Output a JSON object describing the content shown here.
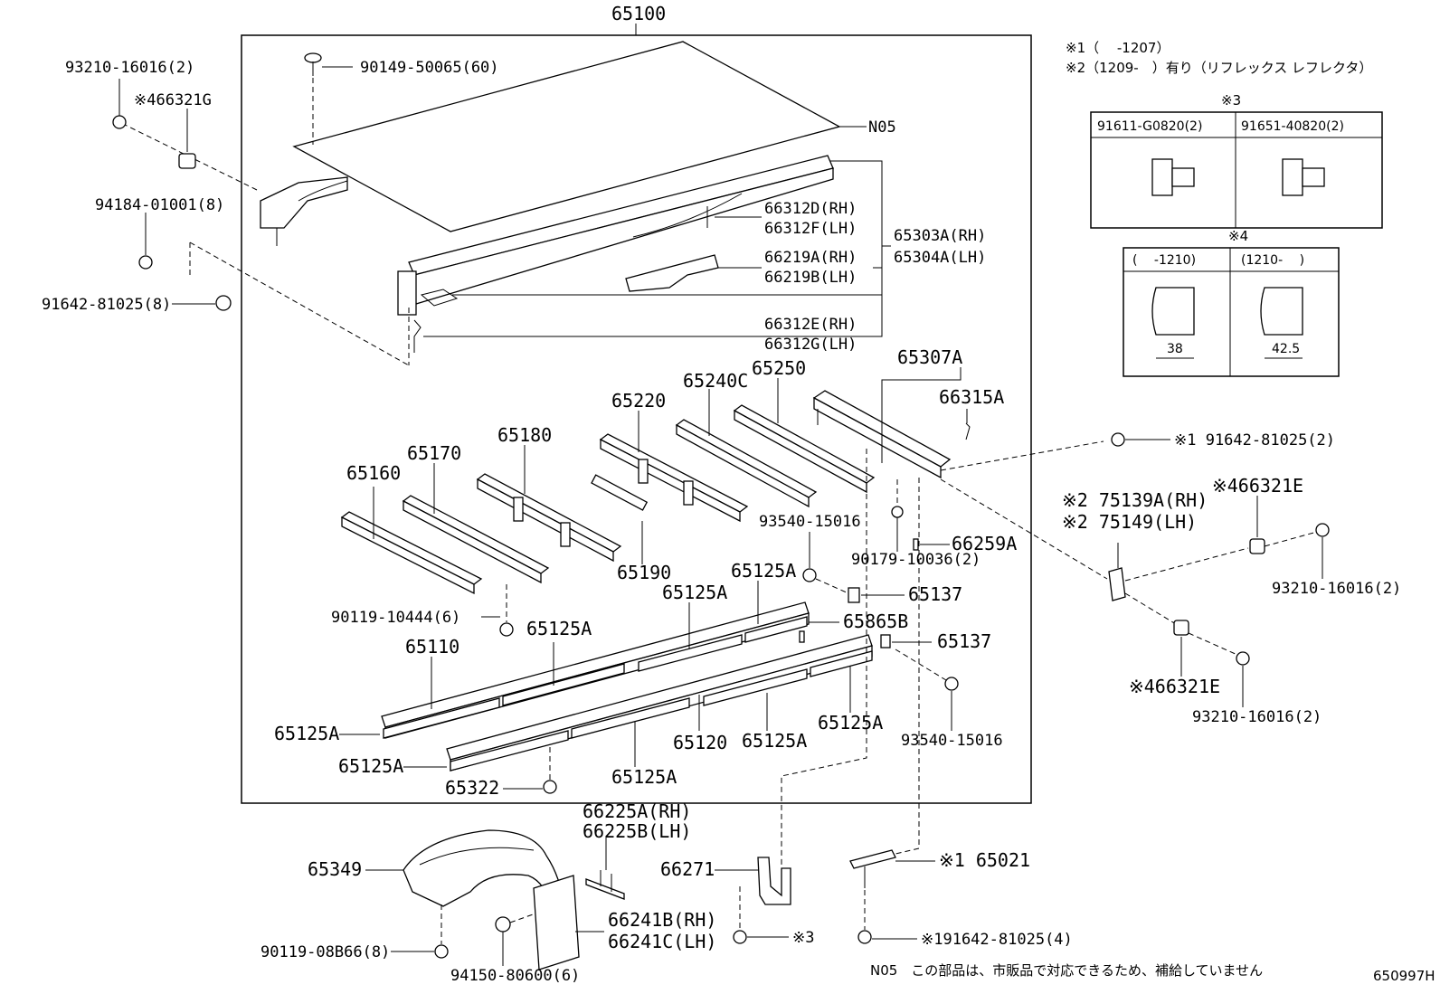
{
  "notes": {
    "n1": "※1（　 -1207）",
    "n2": "※2（1209-　）有り（リフレックス レフレクタ）",
    "n3_title": "※3",
    "n4_title": "※4",
    "n05_footer": "N05　この部品は、市販品で対応できるため、補給していません",
    "drawing_id": "650997H"
  },
  "table3": {
    "col1": "91611-G0820(2)",
    "col2": "91651-40820(2)"
  },
  "table4": {
    "col1": "(　 -1210)",
    "col2": "(1210-　 )",
    "dim1": "38",
    "dim2": "42.5"
  },
  "labels": {
    "main": "65100",
    "l93210_a": "93210-16016(2)",
    "l66321G": "※466321G",
    "l94184": "94184-01001(8)",
    "l91642_a": "91642-81025(8)",
    "l90149": "90149-50065(60)",
    "lN05": "N05",
    "l66312D": "66312D(RH)",
    "l66312F": "66312F(LH)",
    "l65303A": "65303A(RH)",
    "l65304A": "65304A(LH)",
    "l66219A": "66219A(RH)",
    "l66219B": "66219B(LH)",
    "l66312E": "66312E(RH)",
    "l66312G": "66312G(LH)",
    "l65307A": "65307A",
    "l66315A": "66315A",
    "l65250": "65250",
    "l65240C": "65240C",
    "l65220": "65220",
    "l65180": "65180",
    "l65170": "65170",
    "l65160": "65160",
    "l65190": "65190",
    "l93540_a": "93540-15016",
    "l90179": "90179-10036(2)",
    "l66259A": "66259A",
    "l65125A_1": "65125A",
    "l65125A_2": "65125A",
    "l65125A_3": "65125A",
    "l65125A_4": "65125A",
    "l65125A_5": "65125A",
    "l65125A_6": "65125A",
    "l65125A_7": "65125A",
    "l65125A_8": "65125A",
    "l65137_a": "65137",
    "l65137_b": "65137",
    "l65865B": "65865B",
    "l90119_a": "90119-10444(6)",
    "l65110": "65110",
    "l65120": "65120",
    "l65322": "65322",
    "l93540_b": "93540-15016",
    "l91642_b": "※1 91642-81025(2)",
    "l75139A": "※2 75139A(RH)",
    "l75149": "※2 75149(LH)",
    "l66321E_a": "※466321E",
    "l93210_b": "93210-16016(2)",
    "l66321E_b": "※466321E",
    "l93210_c": "93210-16016(2)",
    "l66225A": "66225A(RH)",
    "l66225B": "66225B(LH)",
    "l65349": "65349",
    "l66271": "66271",
    "l65021": "※1 65021",
    "l66241B": "66241B(RH)",
    "l66241C": "66241C(LH)",
    "l90119_b": "90119-08B66(8)",
    "l94150": "94150-80600(6)",
    "l_s3": "※3",
    "l91642_c": "※191642-81025(4)"
  }
}
